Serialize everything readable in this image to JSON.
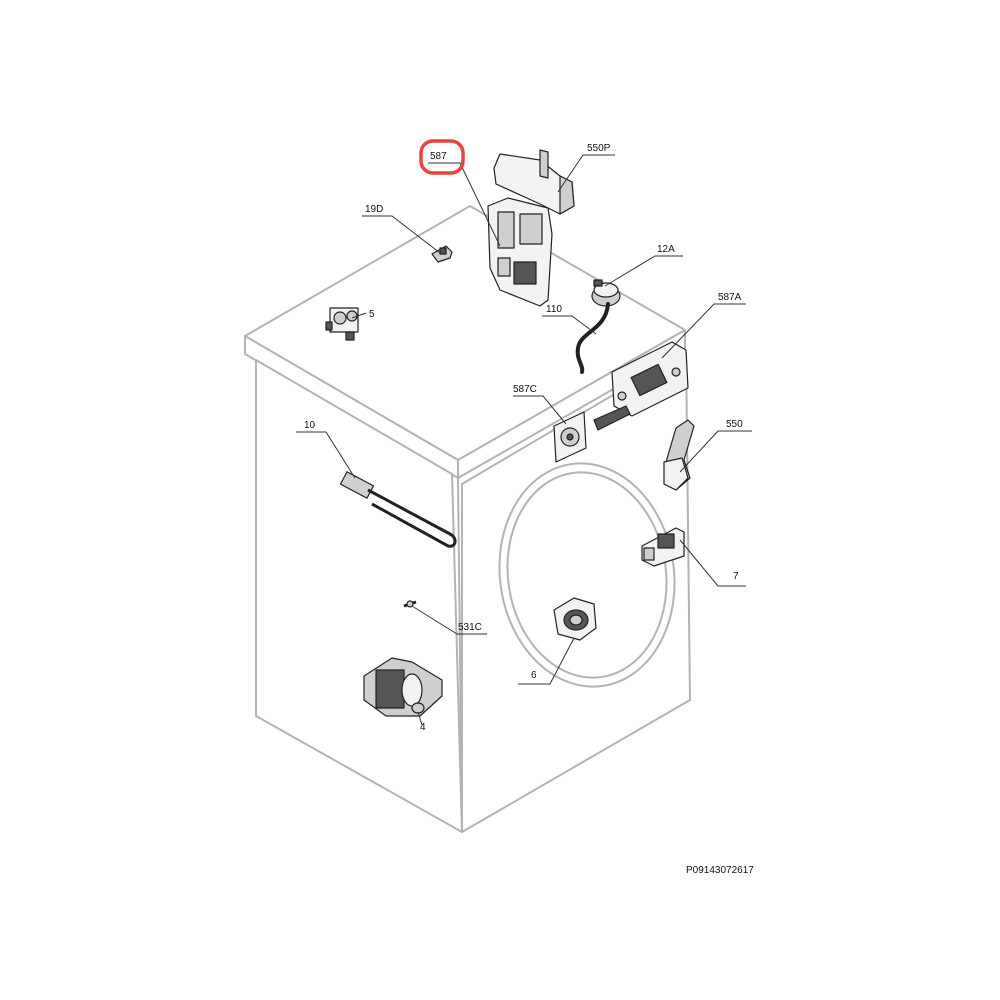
{
  "document_code": "P09143072617",
  "highlight_color": "#e8453c",
  "parts": [
    {
      "id": "587",
      "label": "587",
      "highlighted": true
    },
    {
      "id": "550P",
      "label": "550P"
    },
    {
      "id": "19D",
      "label": "19D"
    },
    {
      "id": "12A",
      "label": "12A"
    },
    {
      "id": "5",
      "label": "5"
    },
    {
      "id": "110",
      "label": "110"
    },
    {
      "id": "587A",
      "label": "587A"
    },
    {
      "id": "587C",
      "label": "587C"
    },
    {
      "id": "10",
      "label": "10"
    },
    {
      "id": "550",
      "label": "550"
    },
    {
      "id": "7",
      "label": "7"
    },
    {
      "id": "531C",
      "label": "531C"
    },
    {
      "id": "6",
      "label": "6"
    },
    {
      "id": "4",
      "label": "4"
    }
  ]
}
